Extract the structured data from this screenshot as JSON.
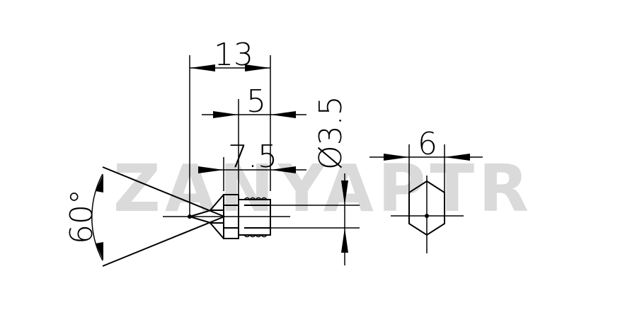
{
  "watermark": "ZANYAPTR",
  "dimensions": {
    "overall_length": "13",
    "thread_length": "5",
    "body_length": "7.5",
    "diameter": "Ø3.5",
    "hex_width": "6",
    "tip_angle": "60°"
  }
}
